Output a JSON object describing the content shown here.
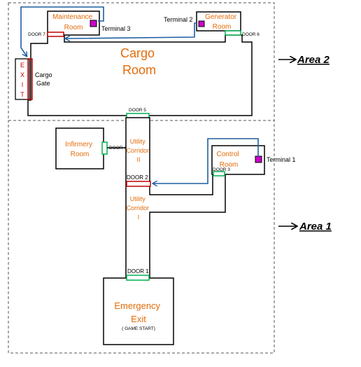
{
  "areas": {
    "area2": "Area 2",
    "area1": "Area 1"
  },
  "rooms": {
    "maintenance": [
      "Maintenance",
      "Room"
    ],
    "generator": [
      "Generator",
      "Room"
    ],
    "cargo": [
      "Cargo",
      "Room"
    ],
    "infirmary": [
      "Infirmery",
      "Room"
    ],
    "control": [
      "Control",
      "Room"
    ],
    "corridor2": [
      "Utility",
      "Corridor",
      "II"
    ],
    "corridor1": [
      "Utility",
      "Corridor",
      "I"
    ],
    "emergency": [
      "Emergency",
      "Exit"
    ],
    "emergency_note": "( GAME START)"
  },
  "doors": {
    "door1": "DOOR 1",
    "door2": "DOOR 2",
    "door3": "DOOR 3",
    "door4": "DOOR 4",
    "door5": "DOOR 5",
    "door6": "DOOR 6",
    "door7": "DOOR 7"
  },
  "terminals": {
    "terminal1": "Terminal 1",
    "terminal2": "Terminal 2",
    "terminal3": "Terminal 3"
  },
  "exit": {
    "letters": [
      "E",
      "X",
      "I",
      "T"
    ],
    "gate_label": [
      "Cargo",
      "Gate"
    ]
  },
  "colors": {
    "room_label": "#e36c0a",
    "wall": "#000000",
    "open_door": "#00b050",
    "locked_door": "#c00000",
    "terminal": "#cc00cc",
    "cable": "#1f5fa0"
  }
}
